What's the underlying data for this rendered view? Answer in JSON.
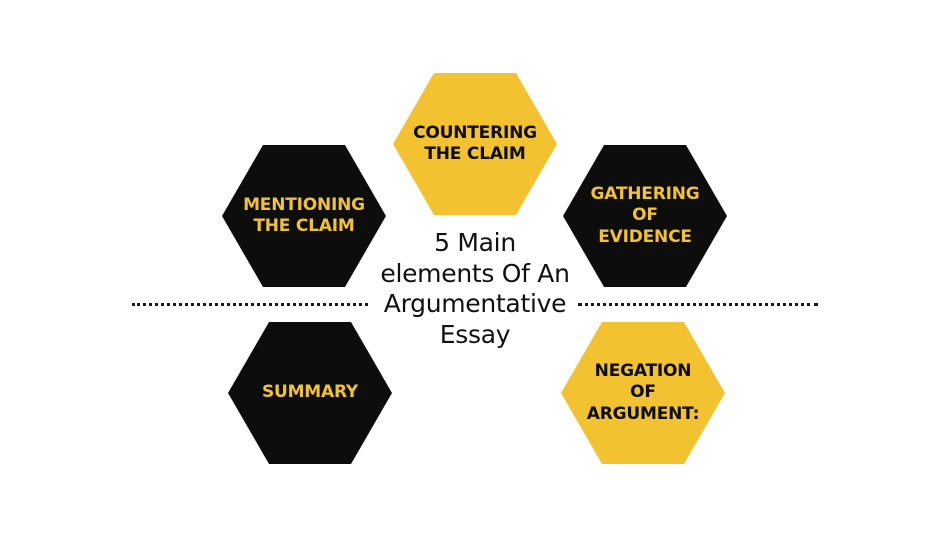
{
  "title": "5 Main\nelements Of An\nArgumentative\nEssay",
  "elements": [
    {
      "id": "countering",
      "label": "COUNTERING\nTHE CLAIM",
      "fill": "#f2c230"
    },
    {
      "id": "mentioning",
      "label": "MENTIONING\nTHE CLAIM",
      "fill": "#0d0d0d"
    },
    {
      "id": "gathering",
      "label": "GATHERING\nOF\nEVIDENCE",
      "fill": "#0d0d0d"
    },
    {
      "id": "summary",
      "label": "SUMMARY",
      "fill": "#0d0d0d"
    },
    {
      "id": "negation",
      "label": "NEGATION\nOF\nARGUMENT:",
      "fill": "#f2c230"
    }
  ],
  "colors": {
    "accent_yellow": "#f2c230",
    "dark": "#0d0d0d",
    "background": "#ffffff"
  }
}
